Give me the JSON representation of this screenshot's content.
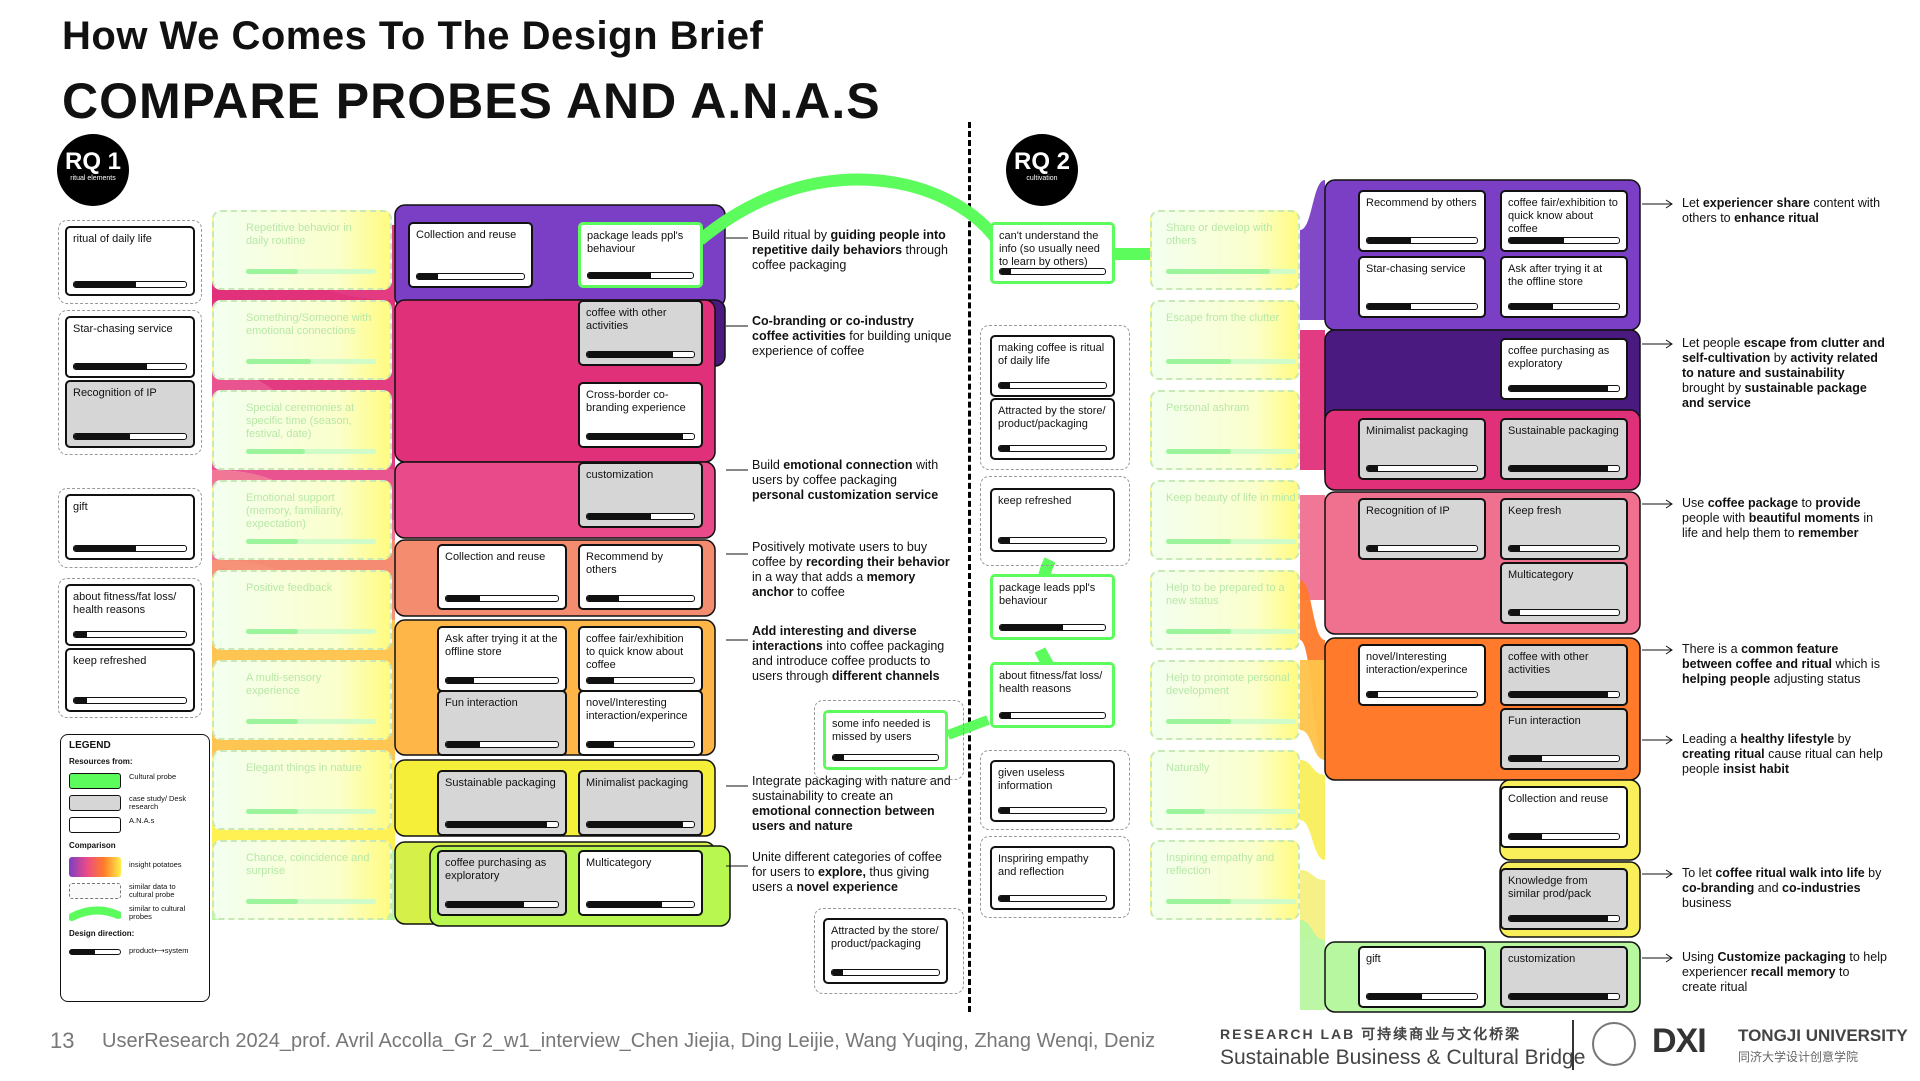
{
  "title": "How We Comes To The Design Brief",
  "subtitle": "COMPARE PROBES AND A.N.A.S",
  "rq1": {
    "label": "RQ 1",
    "sub": "ritual elements"
  },
  "rq2": {
    "label": "RQ 2",
    "sub": "cultivation"
  },
  "left_column": [
    {
      "text": "ritual of daily life",
      "fill": 0.55
    },
    {
      "text": "Star-chasing service",
      "fill": 0.65
    },
    {
      "text": "Recognition of IP",
      "fill": 0.5
    },
    {
      "text": "gift",
      "fill": 0.55
    },
    {
      "text": "about fitness/fat loss/ health reasons",
      "fill": 0.12
    },
    {
      "text": "keep refreshed",
      "fill": 0.12
    }
  ],
  "left_ghosts": [
    {
      "text": "Repetitive behavior in daily routine",
      "fill": 0.4
    },
    {
      "text": "Something/Someone with emotional connections",
      "fill": 0.5
    },
    {
      "text": "Special ceremonies at specific time (season, festival, date)",
      "fill": 0.45
    },
    {
      "text": "Emotional support (memory, familiarity, expectation)",
      "fill": 0.4
    },
    {
      "text": "Positive feedback",
      "fill": 0.4
    },
    {
      "text": "A multi-sensory experience",
      "fill": 0.4
    },
    {
      "text": "Elegant things in nature",
      "fill": 0.4
    },
    {
      "text": "Chance, coincidence and surprise",
      "fill": 0.4
    }
  ],
  "mid_left_cards": [
    {
      "text": "Collection and reuse",
      "fill": 0.2,
      "grey": false,
      "green": false
    },
    {
      "text": "package leads ppl's behaviour",
      "fill": 0.6,
      "grey": false,
      "green": true
    },
    {
      "text": "coffee with other activities",
      "fill": 0.8,
      "grey": true,
      "green": false
    },
    {
      "text": "Cross-border co-branding experience",
      "fill": 0.9,
      "grey": false,
      "green": false
    },
    {
      "text": "customization",
      "fill": 0.6,
      "grey": true,
      "green": false
    },
    {
      "text": "Collection and reuse",
      "fill": 0.3,
      "grey": false,
      "green": false
    },
    {
      "text": "Recommend by others",
      "fill": 0.3,
      "grey": false,
      "green": false
    },
    {
      "text": "Ask after trying it at the offline store",
      "fill": 0.25,
      "grey": false,
      "green": false
    },
    {
      "text": "coffee fair/exhibition to quick know about coffee",
      "fill": 0.25,
      "grey": false,
      "green": false
    },
    {
      "text": "Fun interaction",
      "fill": 0.3,
      "grey": true,
      "green": false
    },
    {
      "text": "novel/Interesting interaction/experince",
      "fill": 0.25,
      "grey": false,
      "green": false
    },
    {
      "text": "Sustainable packaging",
      "fill": 0.9,
      "grey": true,
      "green": false
    },
    {
      "text": "Minimalist packaging",
      "fill": 0.9,
      "grey": true,
      "green": false
    },
    {
      "text": "coffee purchasing as exploratory",
      "fill": 0.7,
      "grey": true,
      "green": false
    },
    {
      "text": "Multicategory",
      "fill": 0.7,
      "grey": false,
      "green": false
    }
  ],
  "left_descriptions": [
    "Build ritual by <b>guiding people into repetitive daily behaviors</b> through coffee packaging",
    "<b>Co-branding or co-industry coffee activities</b> for building unique experience of coffee",
    "Build <b>emotional connection</b> with users by coffee packaging <b>personal customization service</b>",
    "Positively motivate users to buy coffee by <b>recording their behavior</b> in a way that adds a <b>memory anchor</b> to coffee",
    "<b>Add interesting and diverse interactions</b> into coffee packaging and introduce coffee products to users through <b>different channels</b>",
    "Integrate packaging with nature and sustainability to create an <b>emotional connection between users and nature</b>",
    "Unite different categories of coffee for users to <b>explore,</b> thus giving users a <b>novel experience</b>"
  ],
  "center_cards": [
    {
      "text": "can't understand the info (so usually need to learn by others)",
      "fill": 0.1,
      "green": true
    },
    {
      "text": "making coffee is ritual of daily life",
      "fill": 0.1,
      "green": false
    },
    {
      "text": "Attracted by the store/ product/packaging",
      "fill": 0.1,
      "green": false
    },
    {
      "text": "keep refreshed",
      "fill": 0.1,
      "green": false
    },
    {
      "text": "package leads ppl's behaviour",
      "fill": 0.6,
      "green": true
    },
    {
      "text": "about fitness/fat loss/ health reasons",
      "fill": 0.1,
      "green": true
    },
    {
      "text": "some info needed is missed by users",
      "fill": 0.1,
      "green": true
    },
    {
      "text": "given useless information",
      "fill": 0.1,
      "green": false
    },
    {
      "text": "Inspriring empathy and reflection",
      "fill": 0.1,
      "green": false
    },
    {
      "text": "Attracted by the store/ product/packaging",
      "fill": 0.1,
      "green": false
    }
  ],
  "right_ghosts": [
    {
      "text": "Share or develop with others",
      "fill": 0.8
    },
    {
      "text": "Escape from the clutter",
      "fill": 0.5
    },
    {
      "text": "Personal ashram",
      "fill": 0.5
    },
    {
      "text": "Keep beauty of life in mind",
      "fill": 0.5
    },
    {
      "text": "Help to be prepared to a new status",
      "fill": 0.5
    },
    {
      "text": "Help to promote personal development",
      "fill": 0.5
    },
    {
      "text": "Naturally",
      "fill": 0.3
    },
    {
      "text": "Inspiring empathy and reflection",
      "fill": 0.5
    }
  ],
  "right_cards": [
    {
      "text": "Recommend by others",
      "fill": 0.4,
      "grey": false
    },
    {
      "text": "coffee fair/exhibition to quick know about coffee",
      "fill": 0.5,
      "grey": false
    },
    {
      "text": "Star-chasing service",
      "fill": 0.4,
      "grey": false
    },
    {
      "text": "Ask after trying it at the offline store",
      "fill": 0.4,
      "grey": false
    },
    {
      "text": "coffee purchasing as exploratory",
      "fill": 0.9,
      "grey": false
    },
    {
      "text": "Minimalist packaging",
      "fill": 0.1,
      "grey": true
    },
    {
      "text": "Sustainable packaging",
      "fill": 0.9,
      "grey": true
    },
    {
      "text": "Recognition of IP",
      "fill": 0.1,
      "grey": true
    },
    {
      "text": "Keep fresh",
      "fill": 0.1,
      "grey": true
    },
    {
      "text": "Multicategory",
      "fill": 0.1,
      "grey": true
    },
    {
      "text": "novel/Interesting interaction/experince",
      "fill": 0.1,
      "grey": false
    },
    {
      "text": "coffee with other activities",
      "fill": 0.9,
      "grey": true
    },
    {
      "text": "Fun interaction",
      "fill": 0.3,
      "grey": true
    },
    {
      "text": "Collection and reuse",
      "fill": 0.3,
      "grey": false
    },
    {
      "text": "Knowledge from similar prod/pack",
      "fill": 0.9,
      "grey": true
    },
    {
      "text": "gift",
      "fill": 0.5,
      "grey": false
    },
    {
      "text": "customization",
      "fill": 0.9,
      "grey": true
    }
  ],
  "right_descriptions": [
    "Let <b>experiencer share</b> content with others to <b>enhance ritual</b>",
    "Let people <b>escape from clutter and self-cultivation</b> by <b>activity related to nature and sustainability</b> brought by <b>sustainable package and service</b>",
    "Use <b>coffee package</b> to <b>provide</b> people with <b>beautiful moments</b> in life and help them to <b>remember</b>",
    "There is a <b>common feature between coffee and ritual</b> which is <b>helping people</b> adjusting status",
    "Leading a <b>healthy lifestyle</b> by <b>creating ritual</b> cause ritual can help people <b>insist habit</b>",
    "To let <b>coffee ritual walk into life</b> by <b>co-branding</b> and <b>co-industries</b> business",
    "Using <b>Customize packaging</b> to help experiencer <b>recall memory</b> to create ritual"
  ],
  "legend": {
    "title": "LEGEND",
    "resources_from": "Resources from:",
    "cultural_probe": "Cultural probe",
    "case_study": "case study/ Desk research",
    "anas": "A.N.A.s",
    "comparison": "Comparison",
    "insight": "insight potatoes",
    "similar_data": "similar data to cultural probe",
    "similar_probes": "similar to cultural probes",
    "design_direction": "Design direction:",
    "product_system": "product⟷system"
  },
  "footer": {
    "page": "13",
    "credits": "UserResearch 2024_prof. Avril Accolla_Gr 2_w1_interview_Chen Jiejia, Ding Leijie, Wang Yuqing, Zhang Wenqi, Deniz",
    "lab_cn": "RESEARCH LAB  可持续商业与文化桥梁",
    "lab_en": "Sustainable Business & Cultural Bridge",
    "dxi": "DXI",
    "university": "TONGJI UNIVERSITY",
    "university_cn": "同济大学设计创意学院"
  },
  "colors": {
    "purple": "#7a3fc4",
    "dark_purple": "#4b1a80",
    "magenta": "#e0307a",
    "pink": "#e84a8a",
    "rose": "#f07090",
    "salmon": "#f48c70",
    "orange": "#ff7a2a",
    "yellow": "#fff04a",
    "green": "#5cfc5c",
    "light_green": "#b7f7a0"
  }
}
